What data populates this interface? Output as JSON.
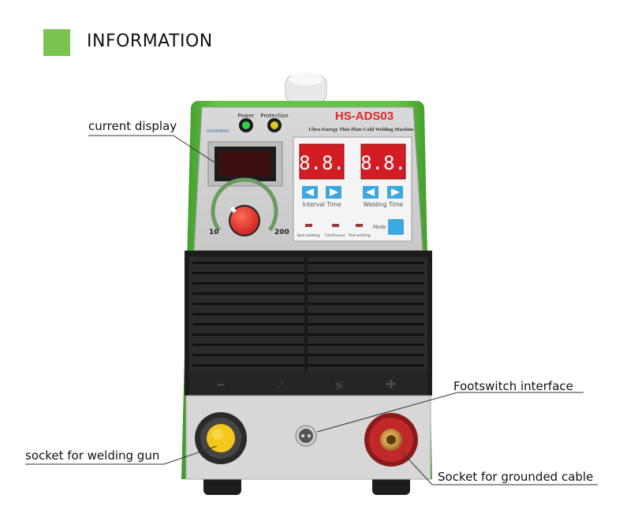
{
  "header": {
    "title": "INFORMATION",
    "accent_color": "#7cc24f"
  },
  "machine": {
    "model": "HS-ADS03",
    "subtitle": "Ultra-Energy Thin Plate Cold Welding Machine",
    "brand": "HUASHENG",
    "indicators": {
      "power_label": "Power",
      "protection_label": "Protection"
    },
    "displays": {
      "left_value": "8.8.",
      "right_value": "8.8."
    },
    "controls": {
      "interval_label": "Interval Time",
      "welding_label": "Welding Time",
      "mode_label": "Mode",
      "modes": [
        "Spot welding",
        "Continuous",
        "Pull-welding"
      ]
    },
    "knob": {
      "min_label": "10",
      "max_label": "200"
    }
  },
  "callouts": {
    "current_display": "current display",
    "footswitch": "Footswitch interface",
    "welding_gun": "socket for welding gun",
    "grounded_cable": "Socket for grounded cable"
  },
  "colors": {
    "body_green": "#5fc13d",
    "panel_grey": "#e3e3e3",
    "led_red": "#e8232a",
    "button_blue": "#3ba8e0"
  }
}
